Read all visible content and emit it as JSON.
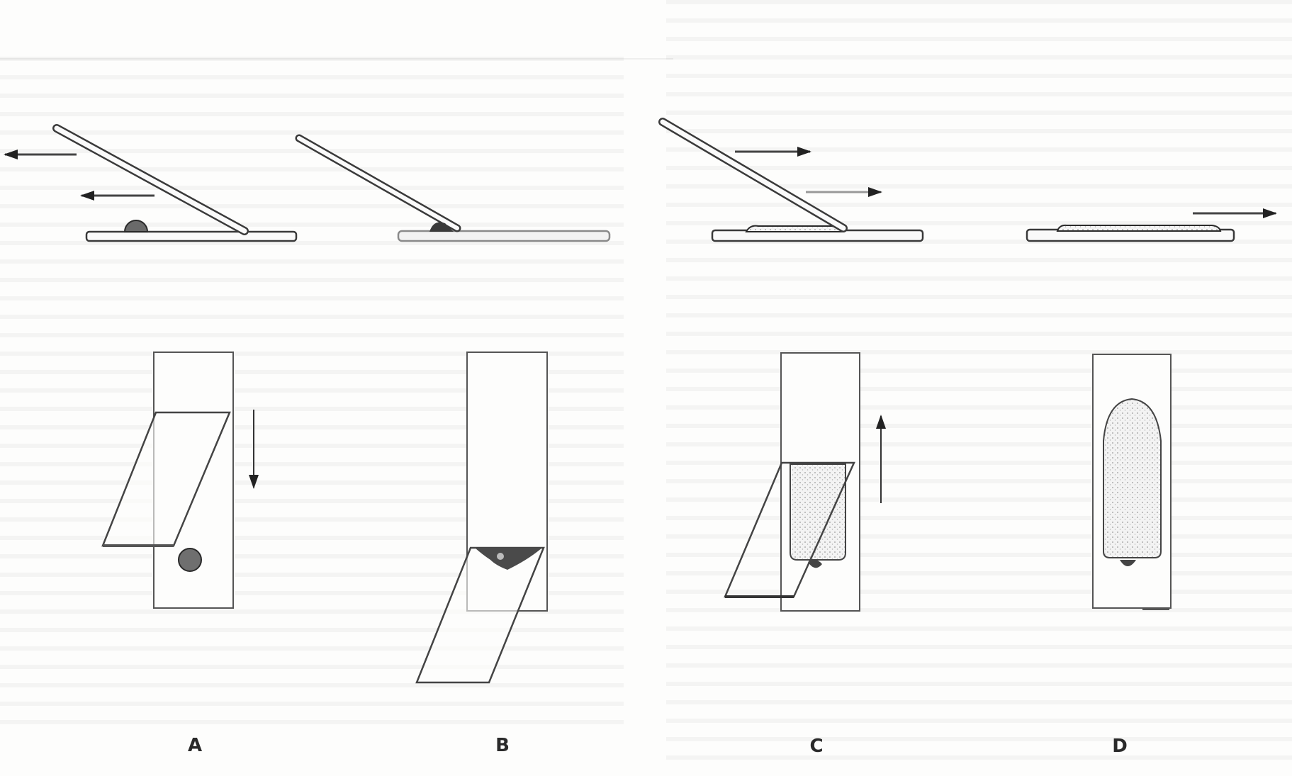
{
  "figure": {
    "description": "Steps for preparing a blood smear (wedge/push technique)",
    "panels": [
      {
        "id": "A",
        "label": "A",
        "side_view": "spreader slide drawn back toward drop",
        "top_view": "spreader moving down toward drop",
        "arrows_side": [
          "left",
          "left"
        ],
        "arrow_top": "down"
      },
      {
        "id": "B",
        "label": "B",
        "side_view": "spreader contacts drop, blood spreads along edge",
        "top_view": "blood spread along spreader edge",
        "arrows_side": [],
        "arrow_top": null
      },
      {
        "id": "C",
        "label": "C",
        "side_view": "spreader pushed forward producing film",
        "top_view": "spreader pushed up the slide",
        "arrows_side": [
          "right",
          "right"
        ],
        "arrow_top": "up"
      },
      {
        "id": "D",
        "label": "D",
        "side_view": "completed smear, spreader lifted away",
        "top_view": "finished feathered-edge smear",
        "arrows_side": [
          "right"
        ],
        "arrow_top": null
      }
    ]
  },
  "colors": {
    "line": "#3a3a3a",
    "paper": "#fdfdfc",
    "drop": "#555555",
    "film": "#cfcfcf"
  }
}
